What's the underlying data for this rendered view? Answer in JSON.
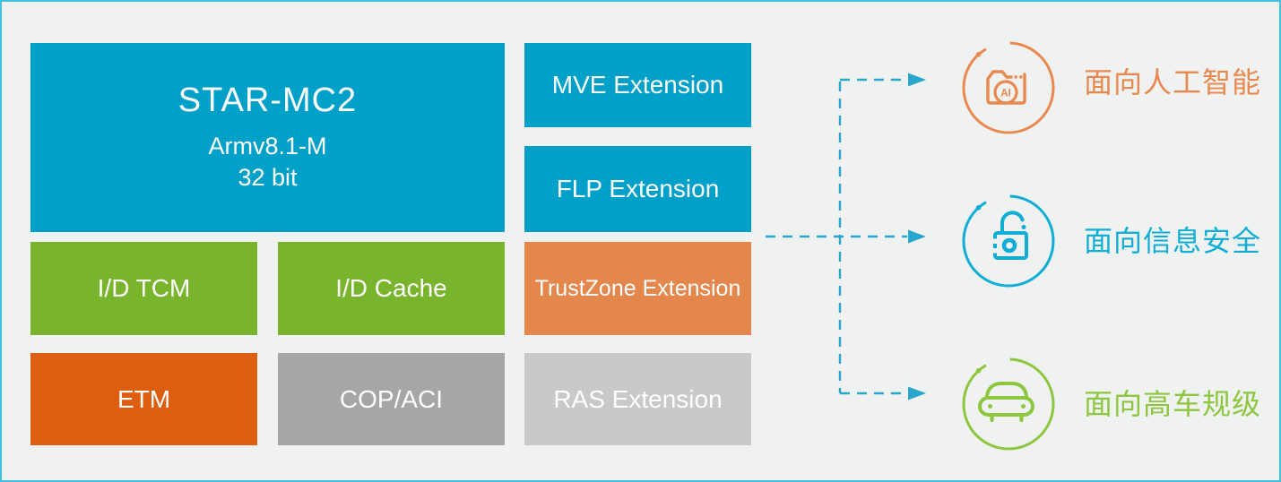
{
  "diagram": {
    "frame": {
      "background": "#f0f1f1",
      "border_color": "#41c0e0"
    },
    "core": {
      "title": "STAR-MC2",
      "subtitle1": "Armv8.1-M",
      "subtitle2": "32 bit",
      "color": "#00a0c8"
    },
    "blocks": {
      "mve": {
        "label": "MVE Extension",
        "color": "#00a0c8"
      },
      "flp": {
        "label": "FLP Extension",
        "color": "#00a0c8"
      },
      "id_tcm": {
        "label": "I/D TCM",
        "color": "#78b42c"
      },
      "id_cache": {
        "label": "I/D Cache",
        "color": "#78b42c"
      },
      "trustzone": {
        "label": "TrustZone Extension",
        "color": "#e3874c"
      },
      "etm": {
        "label": "ETM",
        "color": "#dd5e0e"
      },
      "cop_aci": {
        "label": "COP/ACI",
        "color": "#a6a6a6"
      },
      "ras": {
        "label": "RAS Extension",
        "color": "#c8c9c8"
      }
    },
    "arrows": {
      "color": "#29a6cc"
    },
    "targets": {
      "ai": {
        "label": "面向人工智能",
        "color": "#e8894f",
        "badge": "AI"
      },
      "security": {
        "label": "面向信息安全",
        "color": "#10aed6"
      },
      "automotive": {
        "label": "面向高车规级",
        "color": "#8dc63f"
      }
    }
  }
}
